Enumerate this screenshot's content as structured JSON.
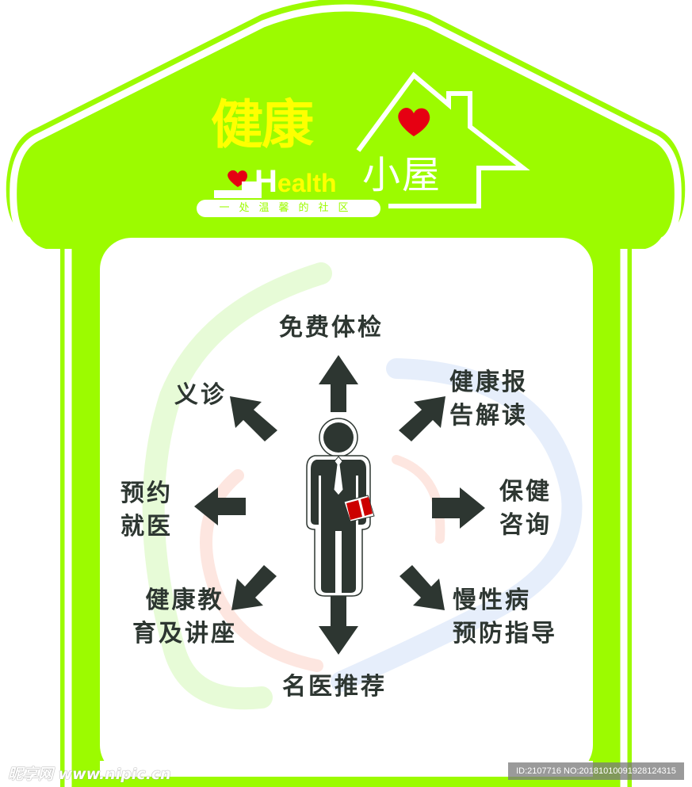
{
  "colors": {
    "brand_green": "#9cfb00",
    "title_yellow": "#ffff00",
    "heart_red": "#e60012",
    "ink": "#2d3631",
    "white": "#ffffff"
  },
  "header": {
    "title_cn": "健康",
    "title_house": "小屋",
    "title_en_initial": "H",
    "title_en_rest": "ealth",
    "slogan": "一处温馨的社区"
  },
  "center": {
    "figure": "businessman-with-red-book"
  },
  "services": {
    "top": "免费体检",
    "top_right_line1": "健康报",
    "top_right_line2": "告解读",
    "right_line1": "保健",
    "right_line2": "咨询",
    "bottom_right_line1": "慢性病",
    "bottom_right_line2": "预防指导",
    "bottom": "名医推荐",
    "bottom_left_line1": "健康教",
    "bottom_left_line2": "育及讲座",
    "left_line1": "预约",
    "left_line2": "就医",
    "top_left": "义诊"
  },
  "watermark": {
    "left": "昵享网 www.nipic.cn",
    "right": "ID:2107716 NO:20181010091928124315"
  }
}
